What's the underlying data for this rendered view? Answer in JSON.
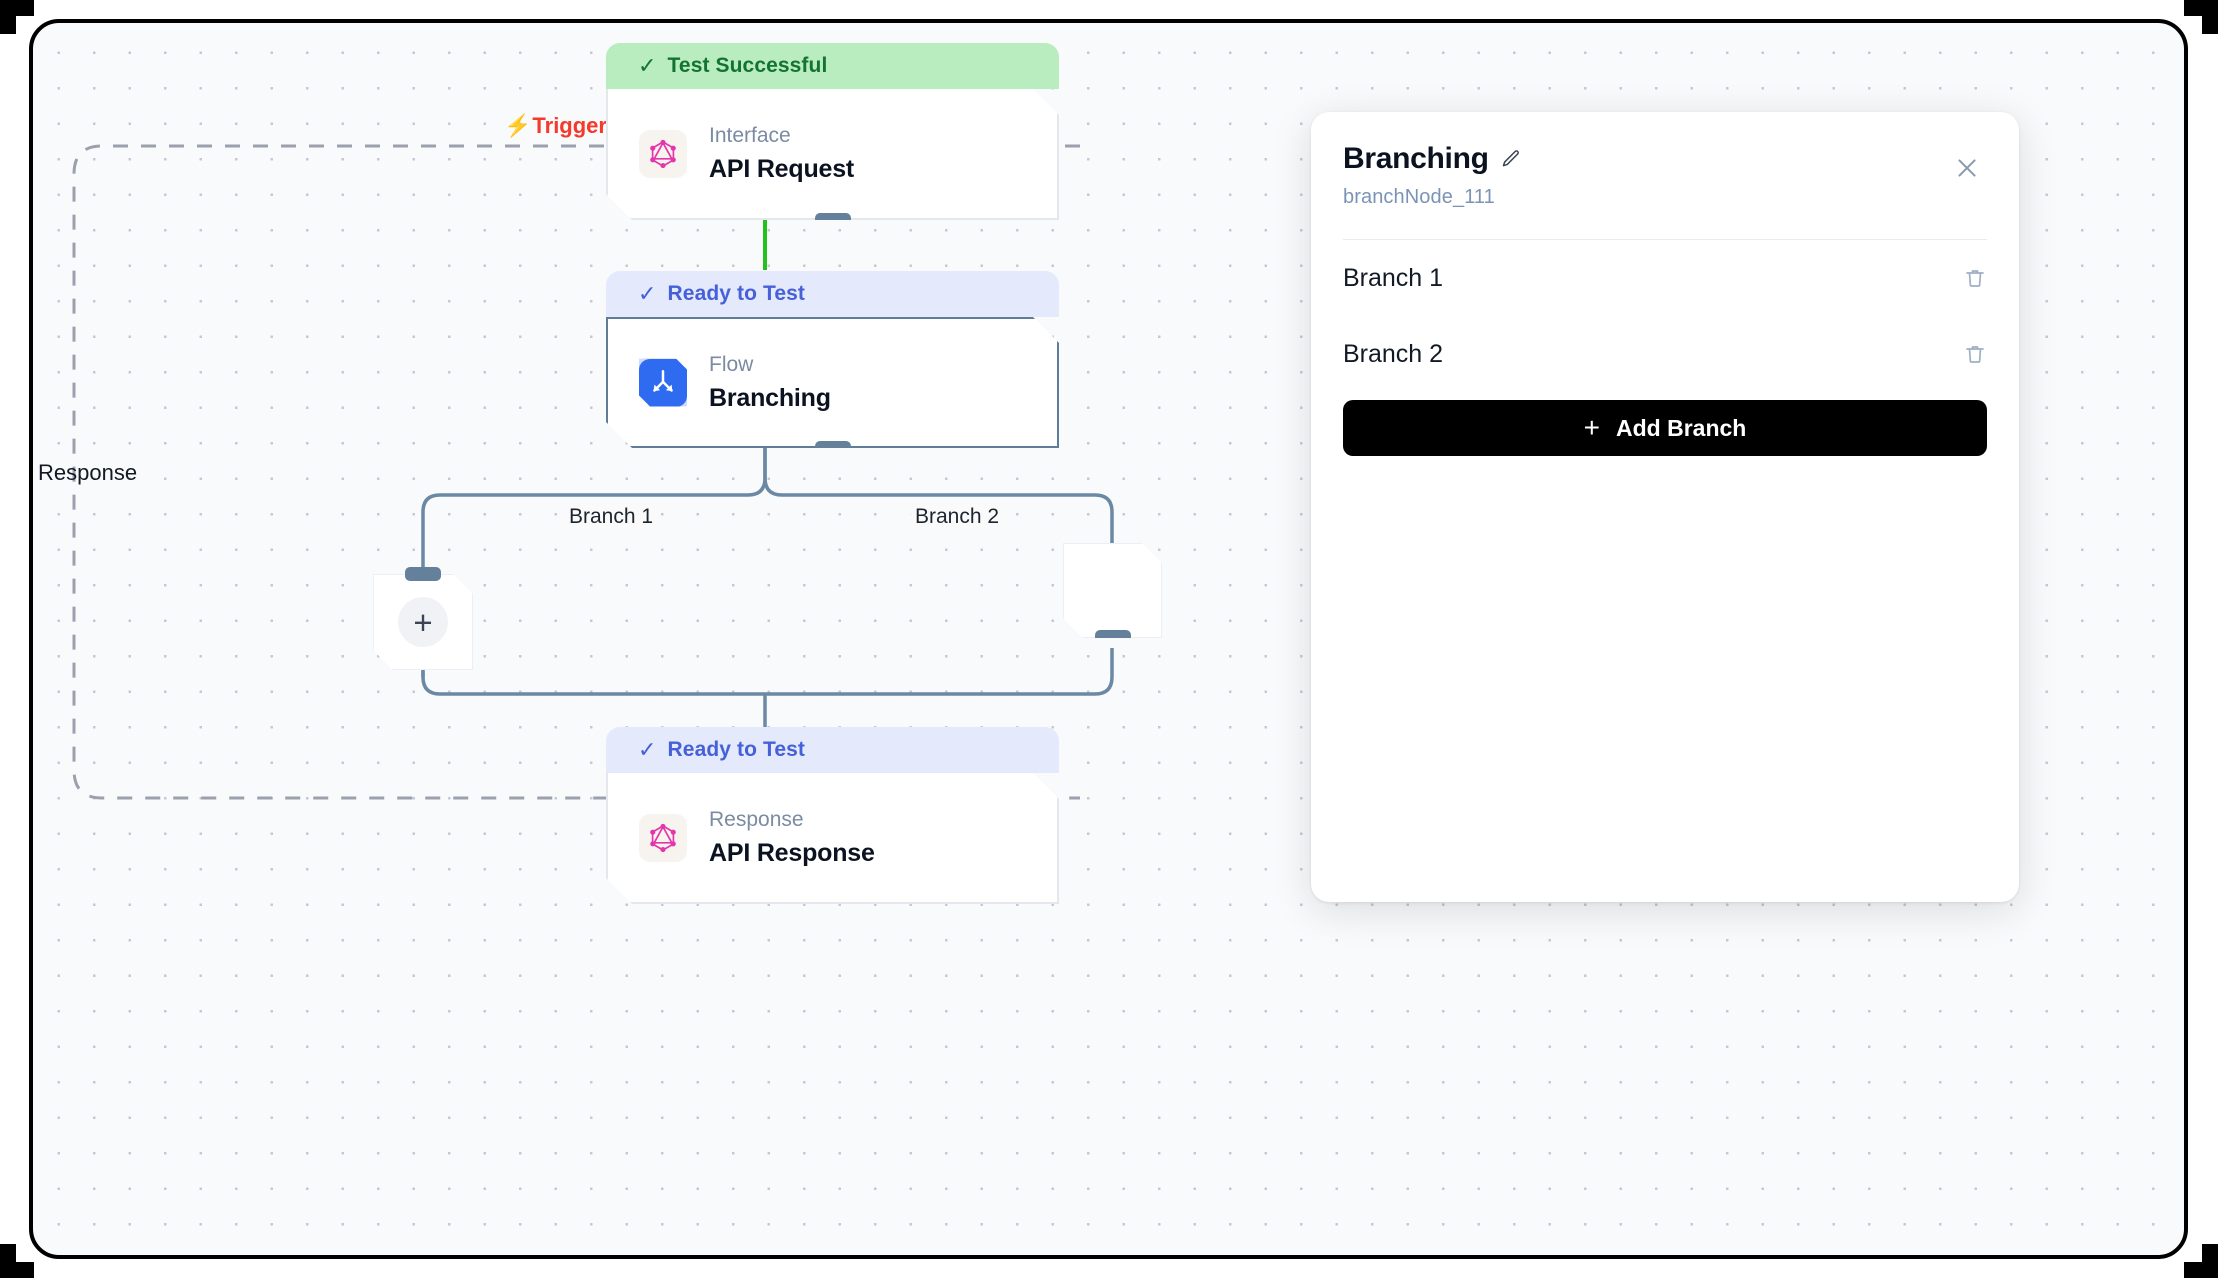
{
  "canvas": {
    "flow_labels": {
      "trigger": "Trigger",
      "trigger_icon": "lightning-bolt-icon",
      "response": "Response"
    },
    "edge_labels": {
      "branch1": "Branch 1",
      "branch2": "Branch 2"
    },
    "add_node_glyph": "+",
    "nodes": [
      {
        "id": "api-request",
        "status": "Test Successful",
        "status_type": "success",
        "status_icon": "check-icon",
        "kind": "Interface",
        "title": "API Request",
        "icon": "graphql-icon"
      },
      {
        "id": "branching",
        "status": "Ready to Test",
        "status_type": "ready",
        "status_icon": "check-icon",
        "kind": "Flow",
        "title": "Branching",
        "icon": "branch-flow-icon"
      },
      {
        "id": "api-response",
        "status": "Ready to Test",
        "status_type": "ready",
        "status_icon": "check-icon",
        "kind": "Response",
        "title": "API Response",
        "icon": "graphql-icon"
      }
    ]
  },
  "panel": {
    "title": "Branching",
    "edit_icon": "pencil-icon",
    "subtitle": "branchNode_111",
    "close_icon": "close-icon",
    "branches": [
      {
        "name": "Branch 1",
        "delete_icon": "trash-icon"
      },
      {
        "name": "Branch 2",
        "delete_icon": "trash-icon"
      }
    ],
    "add_branch_label": "Add Branch",
    "add_branch_icon": "plus-icon"
  },
  "colors": {
    "success_bg": "#b9ecbe",
    "success_fg": "#137333",
    "ready_bg": "#e4e9fb",
    "ready_fg": "#4560d8",
    "trigger": "#f5392b",
    "edge_active": "#22c11e",
    "edge": "#6b88a4",
    "accent_flow": "#2f6bf0",
    "graphql": "#e535ab",
    "button": "#000000"
  }
}
